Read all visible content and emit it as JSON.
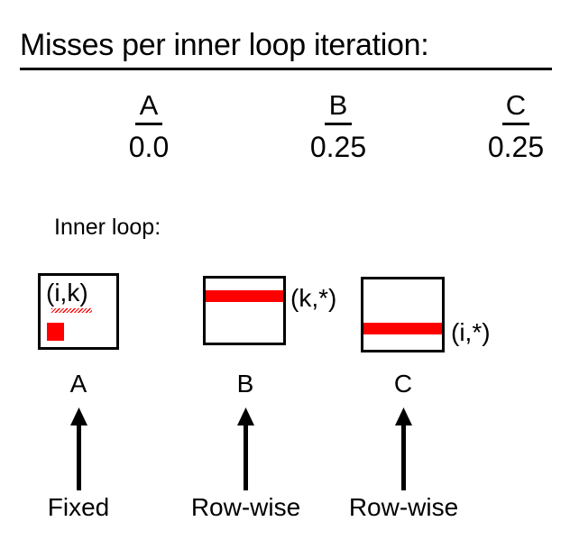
{
  "title": "Misses per inner loop iteration:",
  "summary": {
    "columns": [
      {
        "name": "A",
        "value": "0.0"
      },
      {
        "name": "B",
        "value": "0.25"
      },
      {
        "name": "C",
        "value": "0.25"
      }
    ]
  },
  "inner_loop": {
    "caption": "Inner loop:",
    "matrices": [
      {
        "letter": "A",
        "cell_text": "(i,k)",
        "access_note": "",
        "access_pattern": "Fixed",
        "highlight": "single-element",
        "highlight_color": "#ff0000"
      },
      {
        "letter": "B",
        "cell_text": "",
        "access_note": "(k,*)",
        "access_pattern": "Row-wise",
        "highlight": "row-top",
        "highlight_color": "#ff0000"
      },
      {
        "letter": "C",
        "cell_text": "",
        "access_note": "(i,*)",
        "access_pattern": "Row-wise",
        "highlight": "row-bottom",
        "highlight_color": "#ff0000"
      }
    ]
  },
  "icons": {
    "arrow_up": "arrow-up-icon"
  }
}
